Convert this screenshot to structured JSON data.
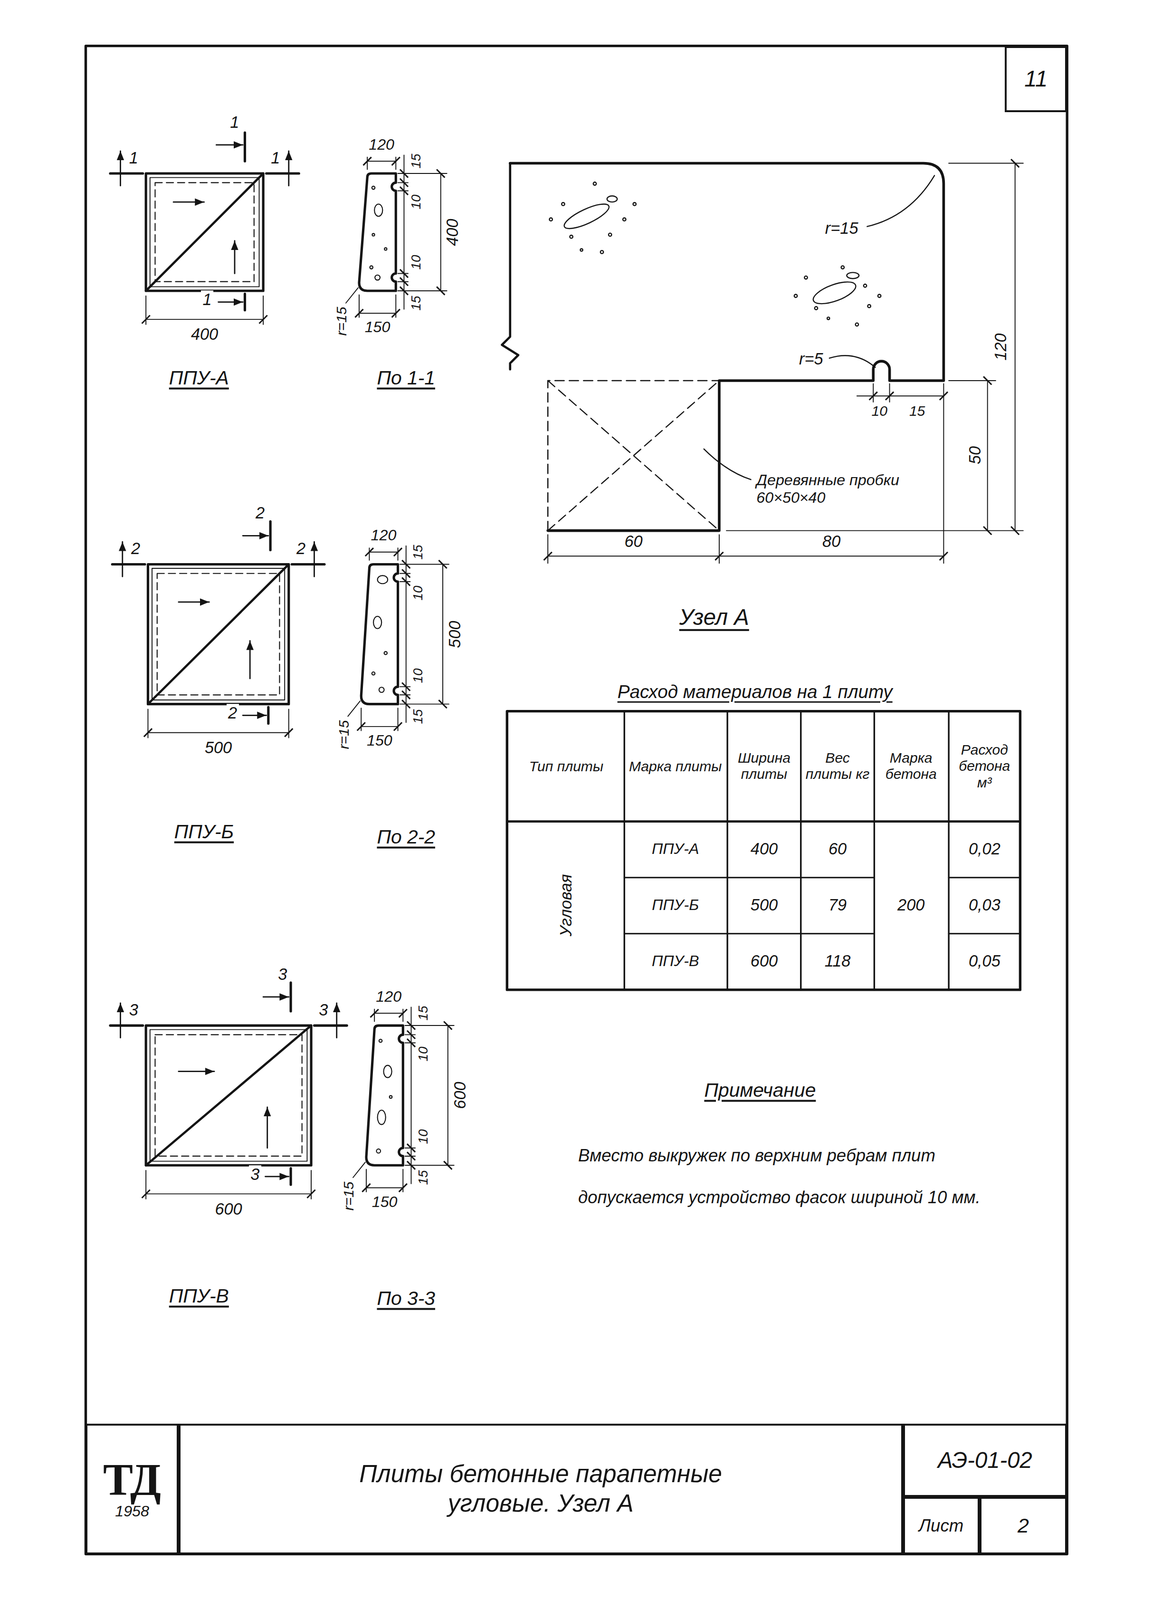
{
  "diagram": {
    "nodes": [
      {
        "text": [
          "11"
        ]
      },
      {
        "text": [
          "ТД",
          "1958"
        ]
      },
      {
        "text": [
          "Плиты бетонные парапетные угловые. Узел А"
        ]
      },
      {
        "text": [
          "АЭ-01-02"
        ]
      },
      {
        "text": [
          "Лист"
        ]
      },
      {
        "text": [
          "2"
        ]
      }
    ],
    "labels": [
      "1",
      "1",
      "1",
      "1",
      "400",
      "ППУ-А",
      "120",
      "15",
      "10",
      "400",
      "10",
      "15",
      "r=15",
      "150",
      "По 1-1",
      "2",
      "2",
      "2",
      "2",
      "500",
      "ППУ-Б",
      "120",
      "15",
      "10",
      "500",
      "10",
      "15",
      "r=15",
      "150",
      "По 2-2",
      "3",
      "3",
      "3",
      "3",
      "600",
      "ППУ-В",
      "120",
      "15",
      "10",
      "600",
      "10",
      "15",
      "r=15",
      "150",
      "По 3-3",
      "r=15",
      "r=5",
      "10",
      "15",
      "120",
      "50",
      "Деревянные пробки 60×50×40",
      "60",
      "80",
      "Узел А",
      "Расход материалов на 1 плиту",
      "Тип плиты",
      "Марка плиты",
      "Ширина плиты",
      "Вес плиты кг",
      "Марка бетона",
      "Расход бетона м³",
      "Угловая",
      "ППУ-А",
      "400",
      "60",
      "0,02",
      "ППУ-Б",
      "500",
      "79",
      "200",
      "0,03",
      "ППУ-В",
      "600",
      "118",
      "0,05",
      "Примечание",
      "Вместо выкружек по верхним ребрам плит допускается устройство фасок шириной 10 мм."
    ]
  }
}
